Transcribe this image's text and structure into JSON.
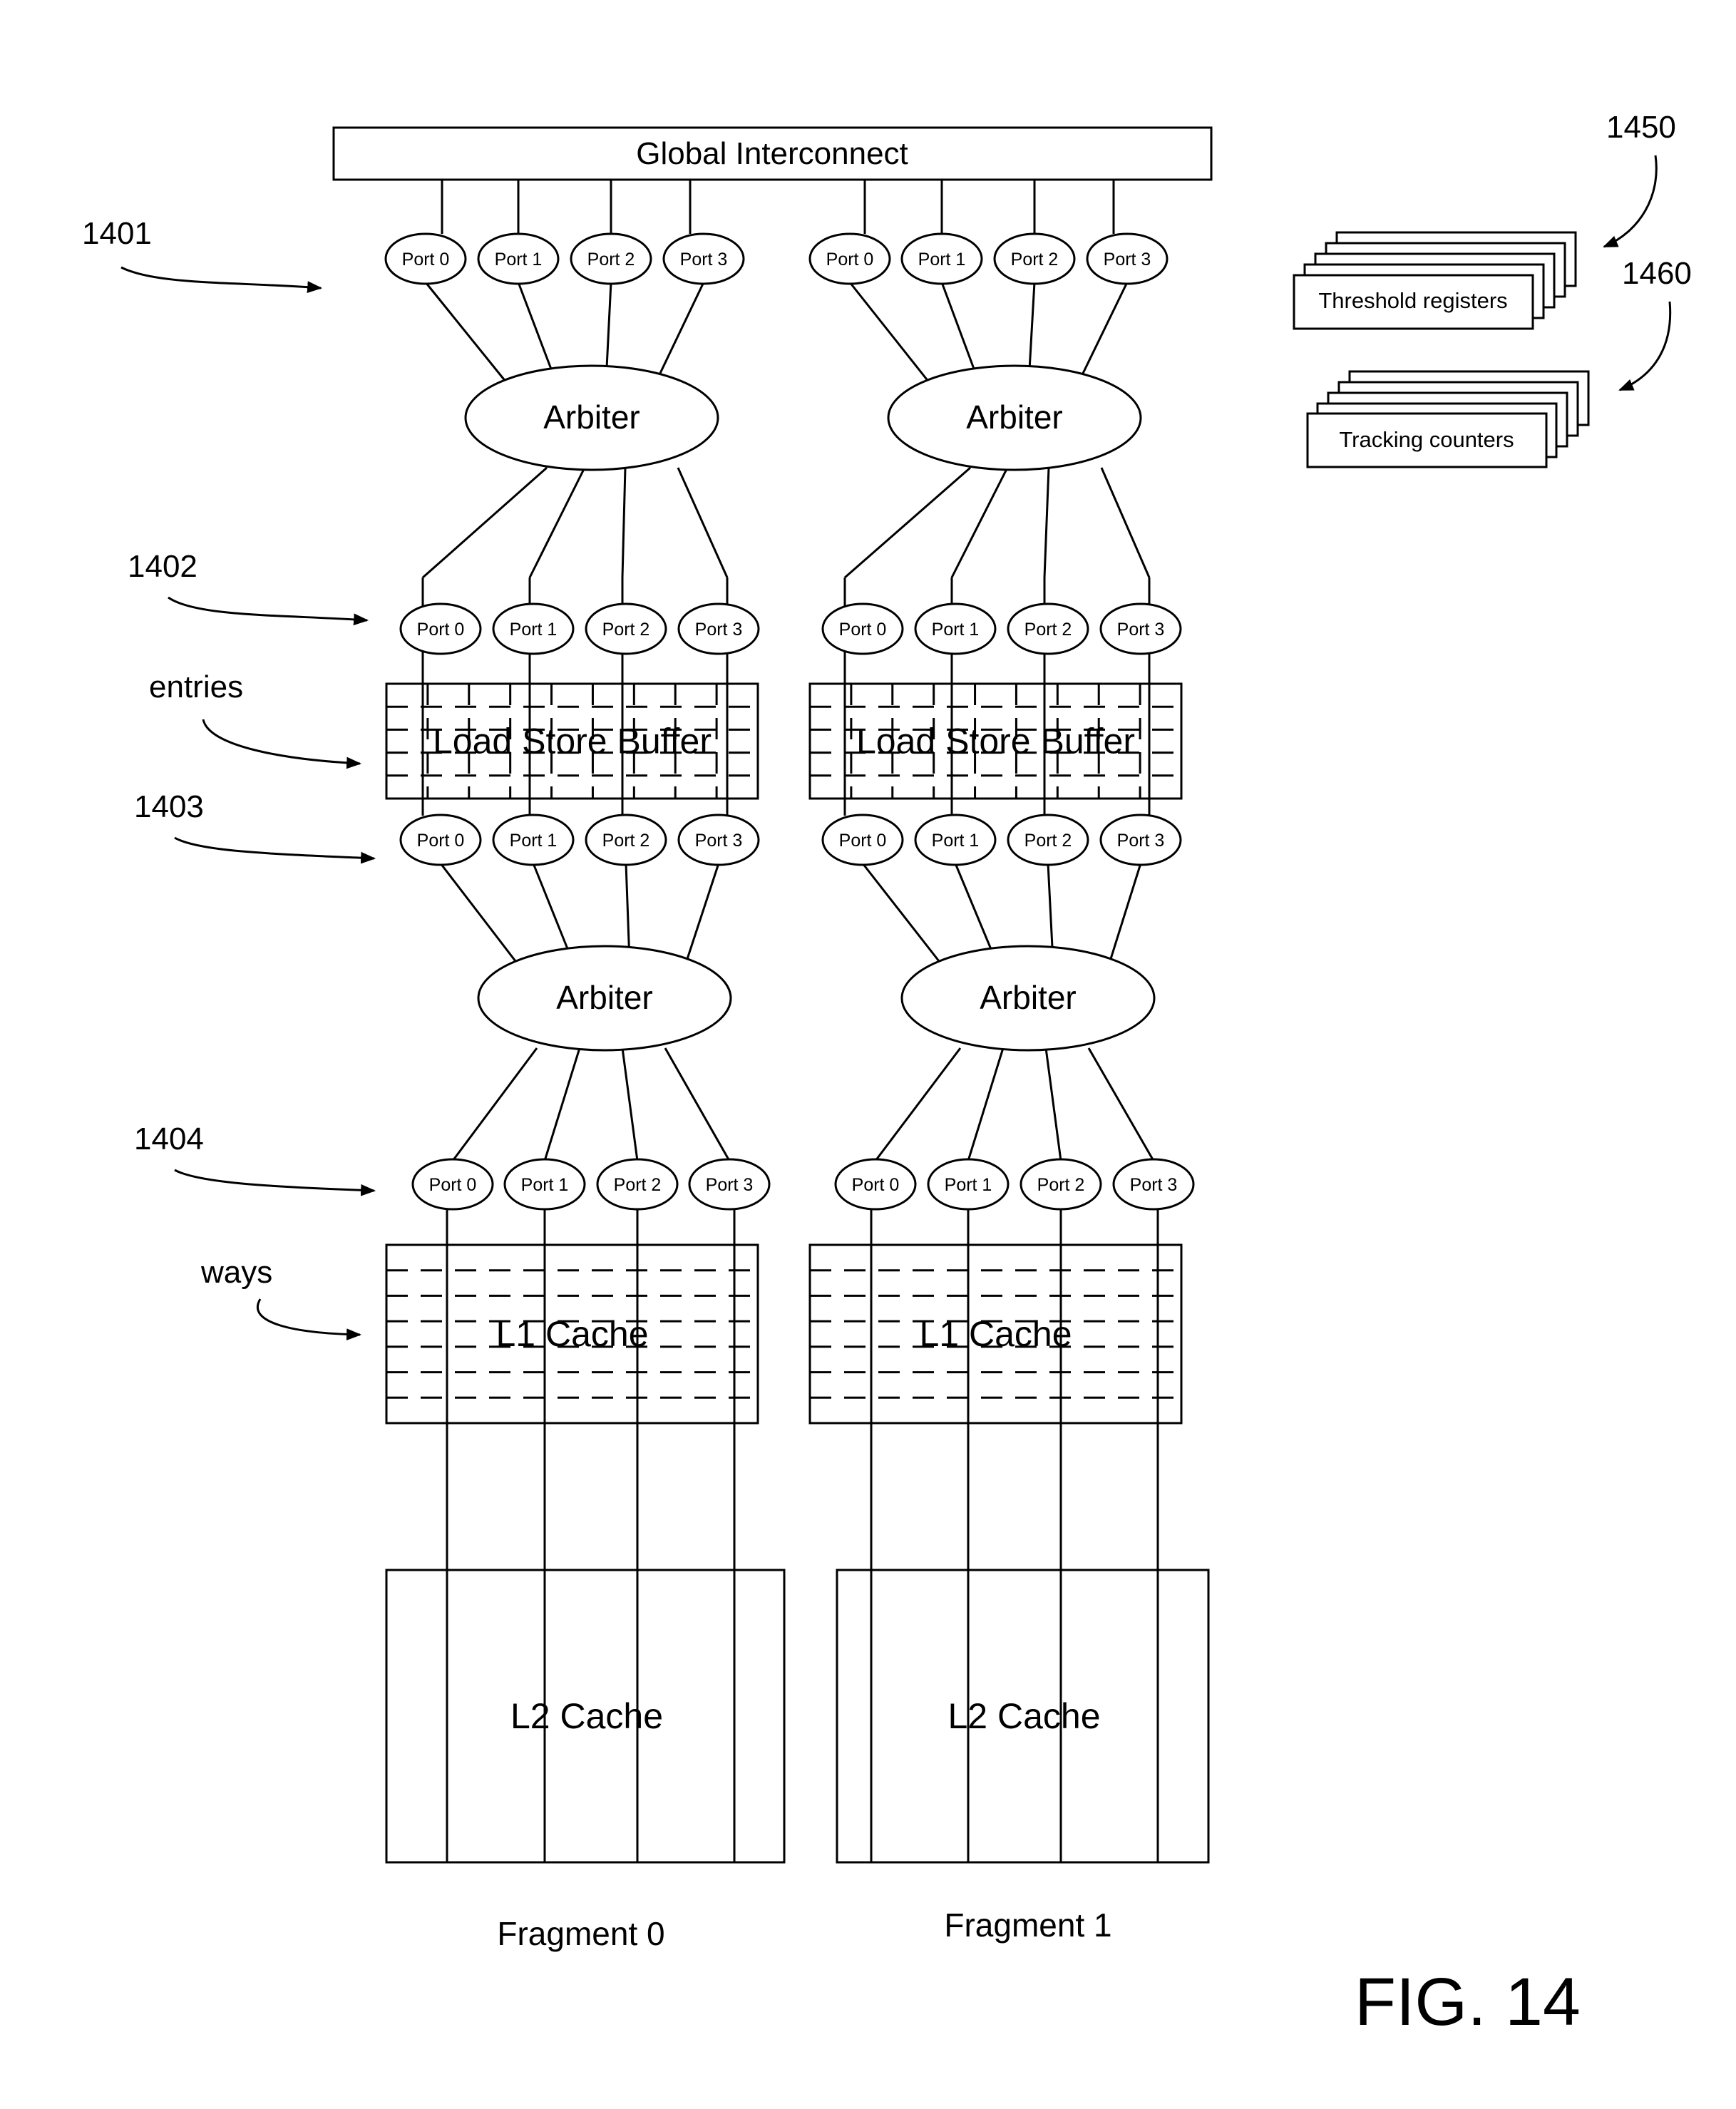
{
  "global_interconnect": "Global Interconnect",
  "labels": {
    "ref_1401": "1401",
    "ref_1402": "1402",
    "ref_1403": "1403",
    "ref_1404": "1404",
    "ref_1450": "1450",
    "ref_1460": "1460",
    "entries": "entries",
    "ways": "ways",
    "figure": "FIG. 14"
  },
  "side_boxes": {
    "threshold": "Threshold registers",
    "tracking": "Tracking counters"
  },
  "ports": [
    "Port 0",
    "Port 1",
    "Port 2",
    "Port 3"
  ],
  "fragments": [
    {
      "name": "Fragment 0",
      "arbiter_top": "Arbiter",
      "load_store_buffer": "Load Store Buffer",
      "arbiter_bottom": "Arbiter",
      "l1_cache": "L1 Cache",
      "l2_cache": "L2 Cache"
    },
    {
      "name": "Fragment 1",
      "arbiter_top": "Arbiter",
      "load_store_buffer": "Load Store Buffer",
      "arbiter_bottom": "Arbiter",
      "l1_cache": "L1 Cache",
      "l2_cache": "L2 Cache"
    }
  ]
}
